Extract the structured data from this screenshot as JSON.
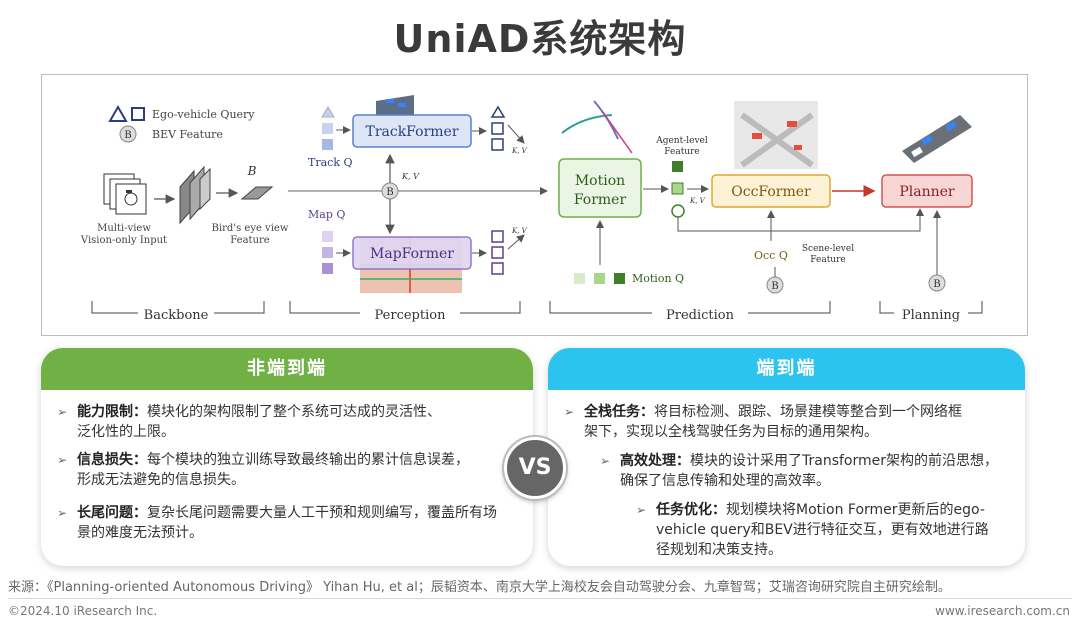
{
  "title": "UniAD系统架构",
  "diagram": {
    "legend": {
      "ego_query": "Ego-vehicle Query",
      "bev_feature": "BEV Feature",
      "b_letter": "B"
    },
    "inputs": {
      "multiview_line1": "Multi-view",
      "multiview_line2": "Vision-only Input",
      "bev_label": "B",
      "bev_line1": "Bird's eye view",
      "bev_line2": "Feature"
    },
    "modules": {
      "track": "TrackFormer",
      "map": "MapFormer",
      "motion_line1": "Motion",
      "motion_line2": "Former",
      "occ": "OccFormer",
      "planner": "Planner"
    },
    "queries": {
      "track_q": "Track Q",
      "map_q": "Map Q",
      "motion_q": "Motion Q",
      "occ_q": "Occ Q"
    },
    "kv": "K, V",
    "agent_level_line1": "Agent-level",
    "agent_level_line2": "Feature",
    "scene_level_line1": "Scene-level",
    "scene_level_line2": "Feature",
    "stages": {
      "backbone": "Backbone",
      "perception": "Perception",
      "prediction": "Prediction",
      "planning": "Planning"
    }
  },
  "left_panel": {
    "heading": "非端到端",
    "bullets": [
      {
        "lead": "能力限制：",
        "line1": "模块化的架构限制了整个系统可达成的灵活性、",
        "line2": "泛化性的上限。"
      },
      {
        "lead": "信息损失：",
        "line1": "每个模块的独立训练导致最终输出的累计信息误差，",
        "line2": "形成无法避免的信息损失。"
      },
      {
        "lead": "长尾问题：",
        "line1": "复杂长尾问题需要大量人工干预和规则编写，覆盖所有场",
        "line2": "景的难度无法预计。"
      }
    ]
  },
  "vs_label": "VS",
  "right_panel": {
    "heading": "端到端",
    "bullets": [
      {
        "lead": "全栈任务：",
        "line1": "将目标检测、跟踪、场景建模等整合到一个网络框",
        "line2": "架下，实现以全栈驾驶任务为目标的通用架构。",
        "line3": ""
      },
      {
        "lead": "高效处理：",
        "line1": "模块的设计采用了Transformer架构的前沿思想，",
        "line2": "确保了信息传输和处理的高效率。",
        "line3": ""
      },
      {
        "lead": "任务优化：",
        "line1": "规划模块将Motion Former更新后的ego-",
        "line2": "vehicle query和BEV进行特征交互，更有效地进行路",
        "line3": "径规划和决策支持。"
      }
    ]
  },
  "source": "来源：《Planning-oriented Autonomous Driving》 Yihan Hu, et al；辰韬资本、南京大学上海校友会自动驾驶分会、九章智驾；艾瑞咨询研究院自主研究绘制。",
  "copyright": "©2024.10 iResearch Inc.",
  "site": "www.iresearch.com.cn",
  "colors": {
    "green": "#70b045",
    "blue": "#2cc3ee",
    "purple": "#8b6fc5",
    "track_blue": "#5a80c8",
    "planner_red": "#d9534f"
  }
}
